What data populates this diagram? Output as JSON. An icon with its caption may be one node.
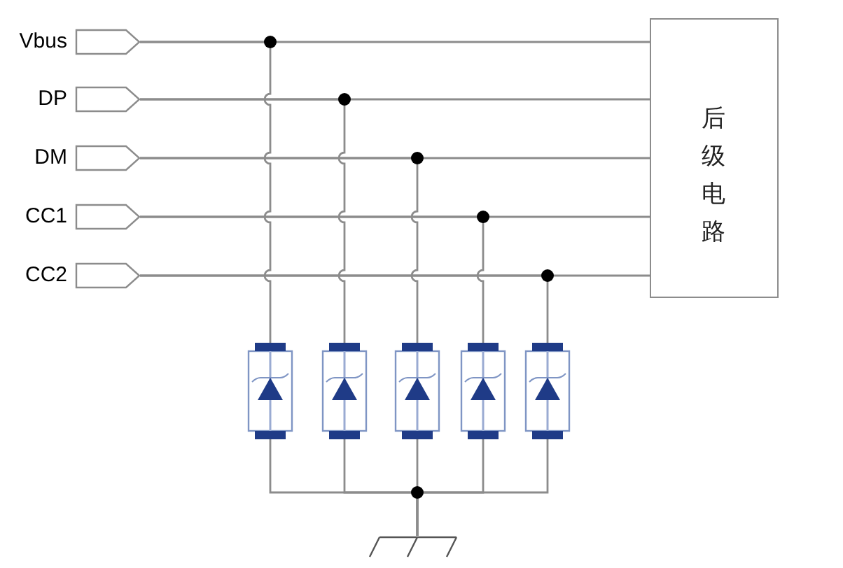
{
  "diagram": {
    "nodes": [
      {
        "text": [
          "Vbus"
        ]
      },
      {
        "text": [
          "DP"
        ]
      },
      {
        "text": [
          "DM"
        ]
      },
      {
        "text": [
          "CC1"
        ]
      },
      {
        "text": [
          "CC2"
        ]
      },
      {
        "text": [
          "后级电路"
        ]
      },
      {
        "text": [],
        "shape": "diode"
      },
      {
        "text": [],
        "shape": "diode"
      },
      {
        "text": [],
        "shape": "diode"
      },
      {
        "text": [],
        "shape": "diode"
      },
      {
        "text": [],
        "shape": "diode"
      },
      {
        "text": [],
        "shape": "ground"
      }
    ],
    "edges": [
      {
        "from": 0,
        "to": 5,
        "arrow": "none"
      },
      {
        "from": 1,
        "to": 5,
        "arrow": "none"
      },
      {
        "from": 2,
        "to": 5,
        "arrow": "none"
      },
      {
        "from": 3,
        "to": 5,
        "arrow": "none"
      },
      {
        "from": 4,
        "to": 5,
        "arrow": "none"
      },
      {
        "from": 0,
        "to": 6,
        "arrow": "none"
      },
      {
        "from": 1,
        "to": 7,
        "arrow": "none"
      },
      {
        "from": 2,
        "to": 8,
        "arrow": "none"
      },
      {
        "from": 3,
        "to": 9,
        "arrow": "none"
      },
      {
        "from": 4,
        "to": 10,
        "arrow": "none"
      },
      {
        "from": 6,
        "to": 11,
        "arrow": "none"
      },
      {
        "from": 7,
        "to": 11,
        "arrow": "none"
      },
      {
        "from": 8,
        "to": 11,
        "arrow": "none"
      },
      {
        "from": 9,
        "to": 11,
        "arrow": "none"
      },
      {
        "from": 10,
        "to": 11,
        "arrow": "none"
      }
    ]
  }
}
